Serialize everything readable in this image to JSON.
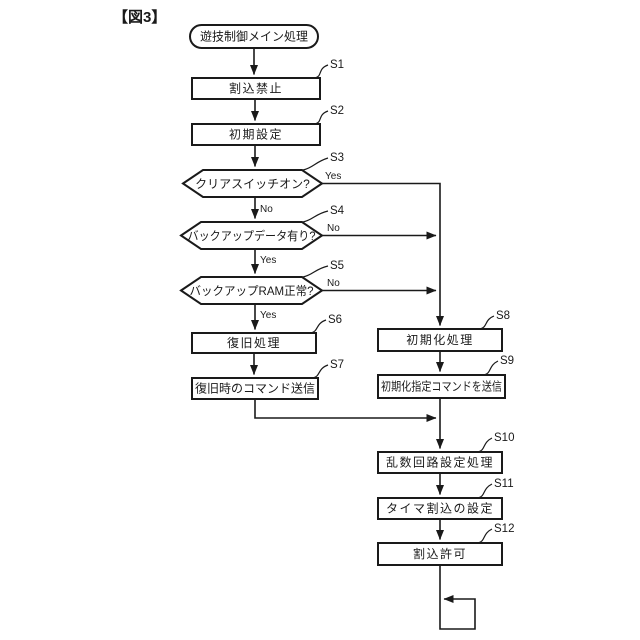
{
  "figure_title": "【図3】",
  "terminator": {
    "label": "遊技制御メイン処理"
  },
  "branch": {
    "yes": "Yes",
    "no": "No"
  },
  "steps": {
    "s1": {
      "id": "S1",
      "label": "割込禁止"
    },
    "s2": {
      "id": "S2",
      "label": "初期設定"
    },
    "s3": {
      "id": "S3",
      "label": "クリアスイッチオン?"
    },
    "s4": {
      "id": "S4",
      "label": "バックアップデータ有り?"
    },
    "s5": {
      "id": "S5",
      "label": "バックアップRAM正常?"
    },
    "s6": {
      "id": "S6",
      "label": "復旧処理"
    },
    "s7": {
      "id": "S7",
      "label": "復旧時のコマンド送信"
    },
    "s8": {
      "id": "S8",
      "label": "初期化処理"
    },
    "s9": {
      "id": "S9",
      "label": "初期化指定コマンドを送信"
    },
    "s10": {
      "id": "S10",
      "label": "乱数回路設定処理"
    },
    "s11": {
      "id": "S11",
      "label": "タイマ割込の設定"
    },
    "s12": {
      "id": "S12",
      "label": "割込許可"
    }
  },
  "colors": {
    "ink": "#1a1a1a",
    "background": "#ffffff"
  }
}
